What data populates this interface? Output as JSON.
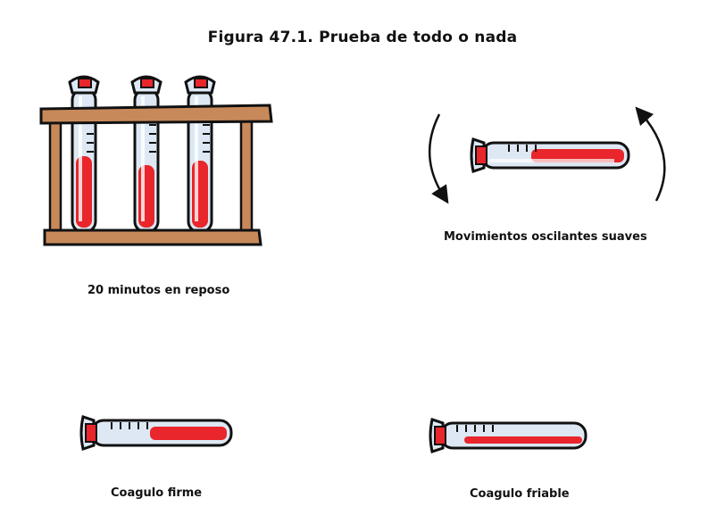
{
  "figure": {
    "title": "Figura 47.1. Prueba de todo o nada"
  },
  "panels": [
    {
      "id": "rest",
      "caption": "20 minutos en reposo"
    },
    {
      "id": "rocking",
      "caption": "Movimientos oscilantes suaves"
    },
    {
      "id": "firm",
      "caption": "Coagulo firme"
    },
    {
      "id": "friable",
      "caption": "Coagulo friable"
    }
  ],
  "colors": {
    "blood": "#e8262b",
    "glass": "#dde8f4",
    "wood": "#c8895a",
    "outline": "#111111"
  },
  "icons": [
    "test-tube-rack-icon",
    "horizontal-test-tube-icon",
    "rotation-arrow-icon"
  ]
}
